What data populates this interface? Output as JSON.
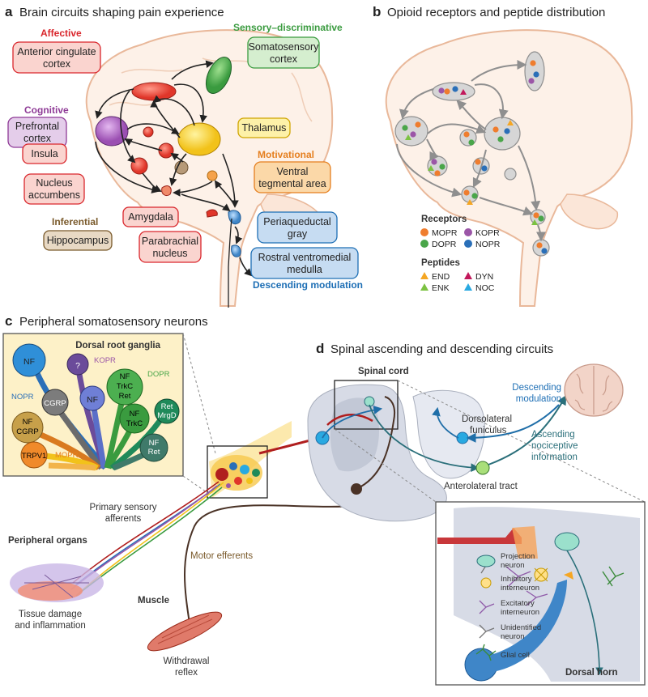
{
  "panel_a": {
    "letter": "a",
    "title": "Brain circuits shaping pain experience",
    "categories": {
      "affective": "Affective",
      "cognitive": "Cognitive",
      "sensory": "Sensory–discriminative",
      "motivational": "Motivational",
      "inferential": "Inferential",
      "descending": "Descending modulation"
    },
    "regions": {
      "acc": [
        "Anterior cingulate",
        "cortex"
      ],
      "pfc": [
        "Prefrontal",
        "cortex"
      ],
      "insula": [
        "Insula"
      ],
      "nac": [
        "Nucleus",
        "accumbens"
      ],
      "amygdala": [
        "Amygdala"
      ],
      "parabrachial": [
        "Parabrachial",
        "nucleus"
      ],
      "hippocampus": [
        "Hippocampus"
      ],
      "somato": [
        "Somatosensory",
        "cortex"
      ],
      "thalamus": [
        "Thalamus"
      ],
      "vta": [
        "Ventral",
        "tegmental area"
      ],
      "pag": [
        "Periaqueductal",
        "gray"
      ],
      "rvm": [
        "Rostral ventromedial",
        "medulla"
      ]
    },
    "colors": {
      "affective": "#d9262c",
      "cognitive": "#8e3a96",
      "sensory": "#3a9b3f",
      "motivational": "#e57f1f",
      "inferential": "#7a5a2b",
      "descending": "#1e6fb5"
    }
  },
  "panel_b": {
    "letter": "b",
    "title": "Opioid receptors and peptide distribution",
    "receptors_title": "Receptors",
    "receptors": [
      "MOPR",
      "KOPR",
      "DOPR",
      "NOPR"
    ],
    "peptides_title": "Peptides",
    "peptides": [
      "END",
      "DYN",
      "ENK",
      "NOC"
    ],
    "colors": {
      "MOPR": "#ef7d2e",
      "KOPR": "#9b56a7",
      "DOPR": "#4aa64a",
      "NOPR": "#2a6fb8",
      "END": "#f5a623",
      "DYN": "#c2185b",
      "ENK": "#7cc242",
      "NOC": "#29a9e1"
    }
  },
  "panel_c": {
    "letter": "c",
    "title": "Peripheral somatosensory neurons",
    "drg_title": "Dorsal root ganglia",
    "neurons": {
      "nf1": [
        "NF"
      ],
      "q": [
        "?"
      ],
      "cgrp": [
        "CGRP"
      ],
      "nf2": [
        "NF"
      ],
      "nftrkc1": [
        "NF",
        "TrkC",
        "Ret"
      ],
      "trkc": [
        "NF",
        "TrkC"
      ],
      "retmrgd": [
        "Ret",
        "MrgD"
      ],
      "nfcgrp": [
        "NF",
        "CGRP"
      ],
      "trpv1": [
        "TRPV1"
      ],
      "nfret": [
        "NF",
        "Ret"
      ]
    },
    "receptor_labels": {
      "kopr": "KOPR",
      "dopr": "DOPR",
      "nopr": "NOPR",
      "mopr": "MOPR"
    },
    "labels": {
      "afferents": [
        "Primary sensory",
        "afferents"
      ],
      "organs": "Peripheral organs",
      "tissue": [
        "Tissue damage",
        "and inflammation"
      ],
      "motor": "Motor efferents",
      "muscle": "Muscle",
      "reflex": [
        "Withdrawal",
        "reflex"
      ]
    }
  },
  "panel_d": {
    "letter": "d",
    "title": "Spinal ascending and descending circuits",
    "labels": {
      "spinal": "Spinal cord",
      "descending": [
        "Descending",
        "modulation"
      ],
      "dorsolateral": [
        "Dorsolateral",
        "funiculus"
      ],
      "ascending": [
        "Ascending",
        "nociceptive",
        "information"
      ],
      "anterolateral": "Anterolateral tract",
      "dorsal_horn": "Dorsal horn"
    },
    "legend": {
      "projection": [
        "Projection",
        "neuron"
      ],
      "inhibitory": [
        "Inhibitory",
        "interneuron"
      ],
      "excitatory": [
        "Excitatory",
        "interneuron"
      ],
      "unidentified": [
        "Unidentified",
        "neuron"
      ],
      "glial": "Glial cell"
    }
  }
}
